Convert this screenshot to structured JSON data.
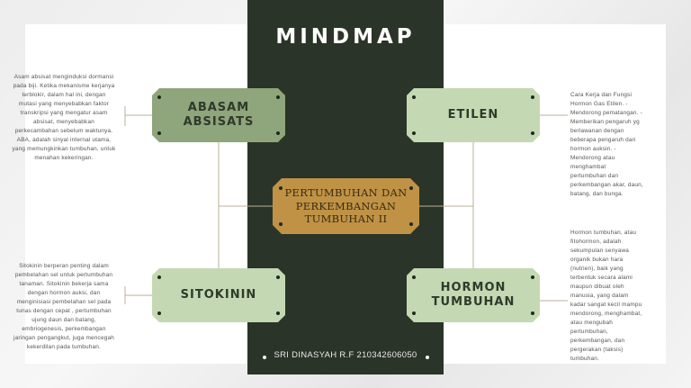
{
  "title": "MINDMAP",
  "author": "SRI DINASYAH R.F 210342606050",
  "center_node": "PERTUMBUHAN DAN\nPERKEMBANGAN\nTUMBUHAN II",
  "nodes": {
    "abasam": {
      "label": "ABASAM\nABSISATS",
      "description": "Asam absisat menginduksi dormansi\npada biji. Ketika mekanisme kerjanya\nterblokir, dalam hal ini, dengan\nmutasi yang menyebabkan faktor\ntranskripsi yang mengatur asam\nabsisat, menyebabkan\nperkecambahan sebelum waktunya.\nABA, adalah sinyal internal utama,\nyang memungkinkan tumbuhan, untuk\nmenahan kekeringan."
    },
    "etilen": {
      "label": "ETILEN",
      "description": "Cara Kerja dan Fungsi\nHormon Gas Etilen. -\nMendorong pematangan. -\nMemberikan pengaruh yg\nberlawanan dengan\nbeberapa pengaruh dari\nhormon auksin. -\nMendorong atau\nmenghambat\npertumbuhan dan\nperkembangan akar, daun,\nbatang, dan bunga."
    },
    "sitokinin": {
      "label": "SITOKININ",
      "description": "Sitokinin berperan penting dalam\npembelahan sel untuk pertumbuhan\ntanaman. Sitokinin bekerja sama\ndengan hormon auksi, dan\nmenginisiasi pembelahan sel pada\ntunas dengan cepat , pertumbuhan\nujung daun dan batang,\nembriogenesis, perkembangan\njaringan pengangkut, juga mencegah\nkekerdilan pada tumbuhan."
    },
    "hormon": {
      "label": "HORMON\nTUMBUHAN",
      "description": "Hormon tumbuhan, atau\nfitohormon, adalah\nsekumpulan senyawa\norganik bukan hara\n(nutrien), baik yang\nterbentuk secara alami\nmaupun dibuat oleh\nmanusia, yang dalam\nkadar sangat kecil mampu\nmendorong, menghambat,\natau mengubah\npertumbuhan,\nperkembangan, dan\npergerakan (taksis)\ntumbuhan."
    }
  },
  "colors": {
    "spine": "#2b3428",
    "node_light": "#c4d9b3",
    "node_dark": "#8fa57c",
    "center": "#bf9246",
    "connector": "#b9b09a"
  }
}
